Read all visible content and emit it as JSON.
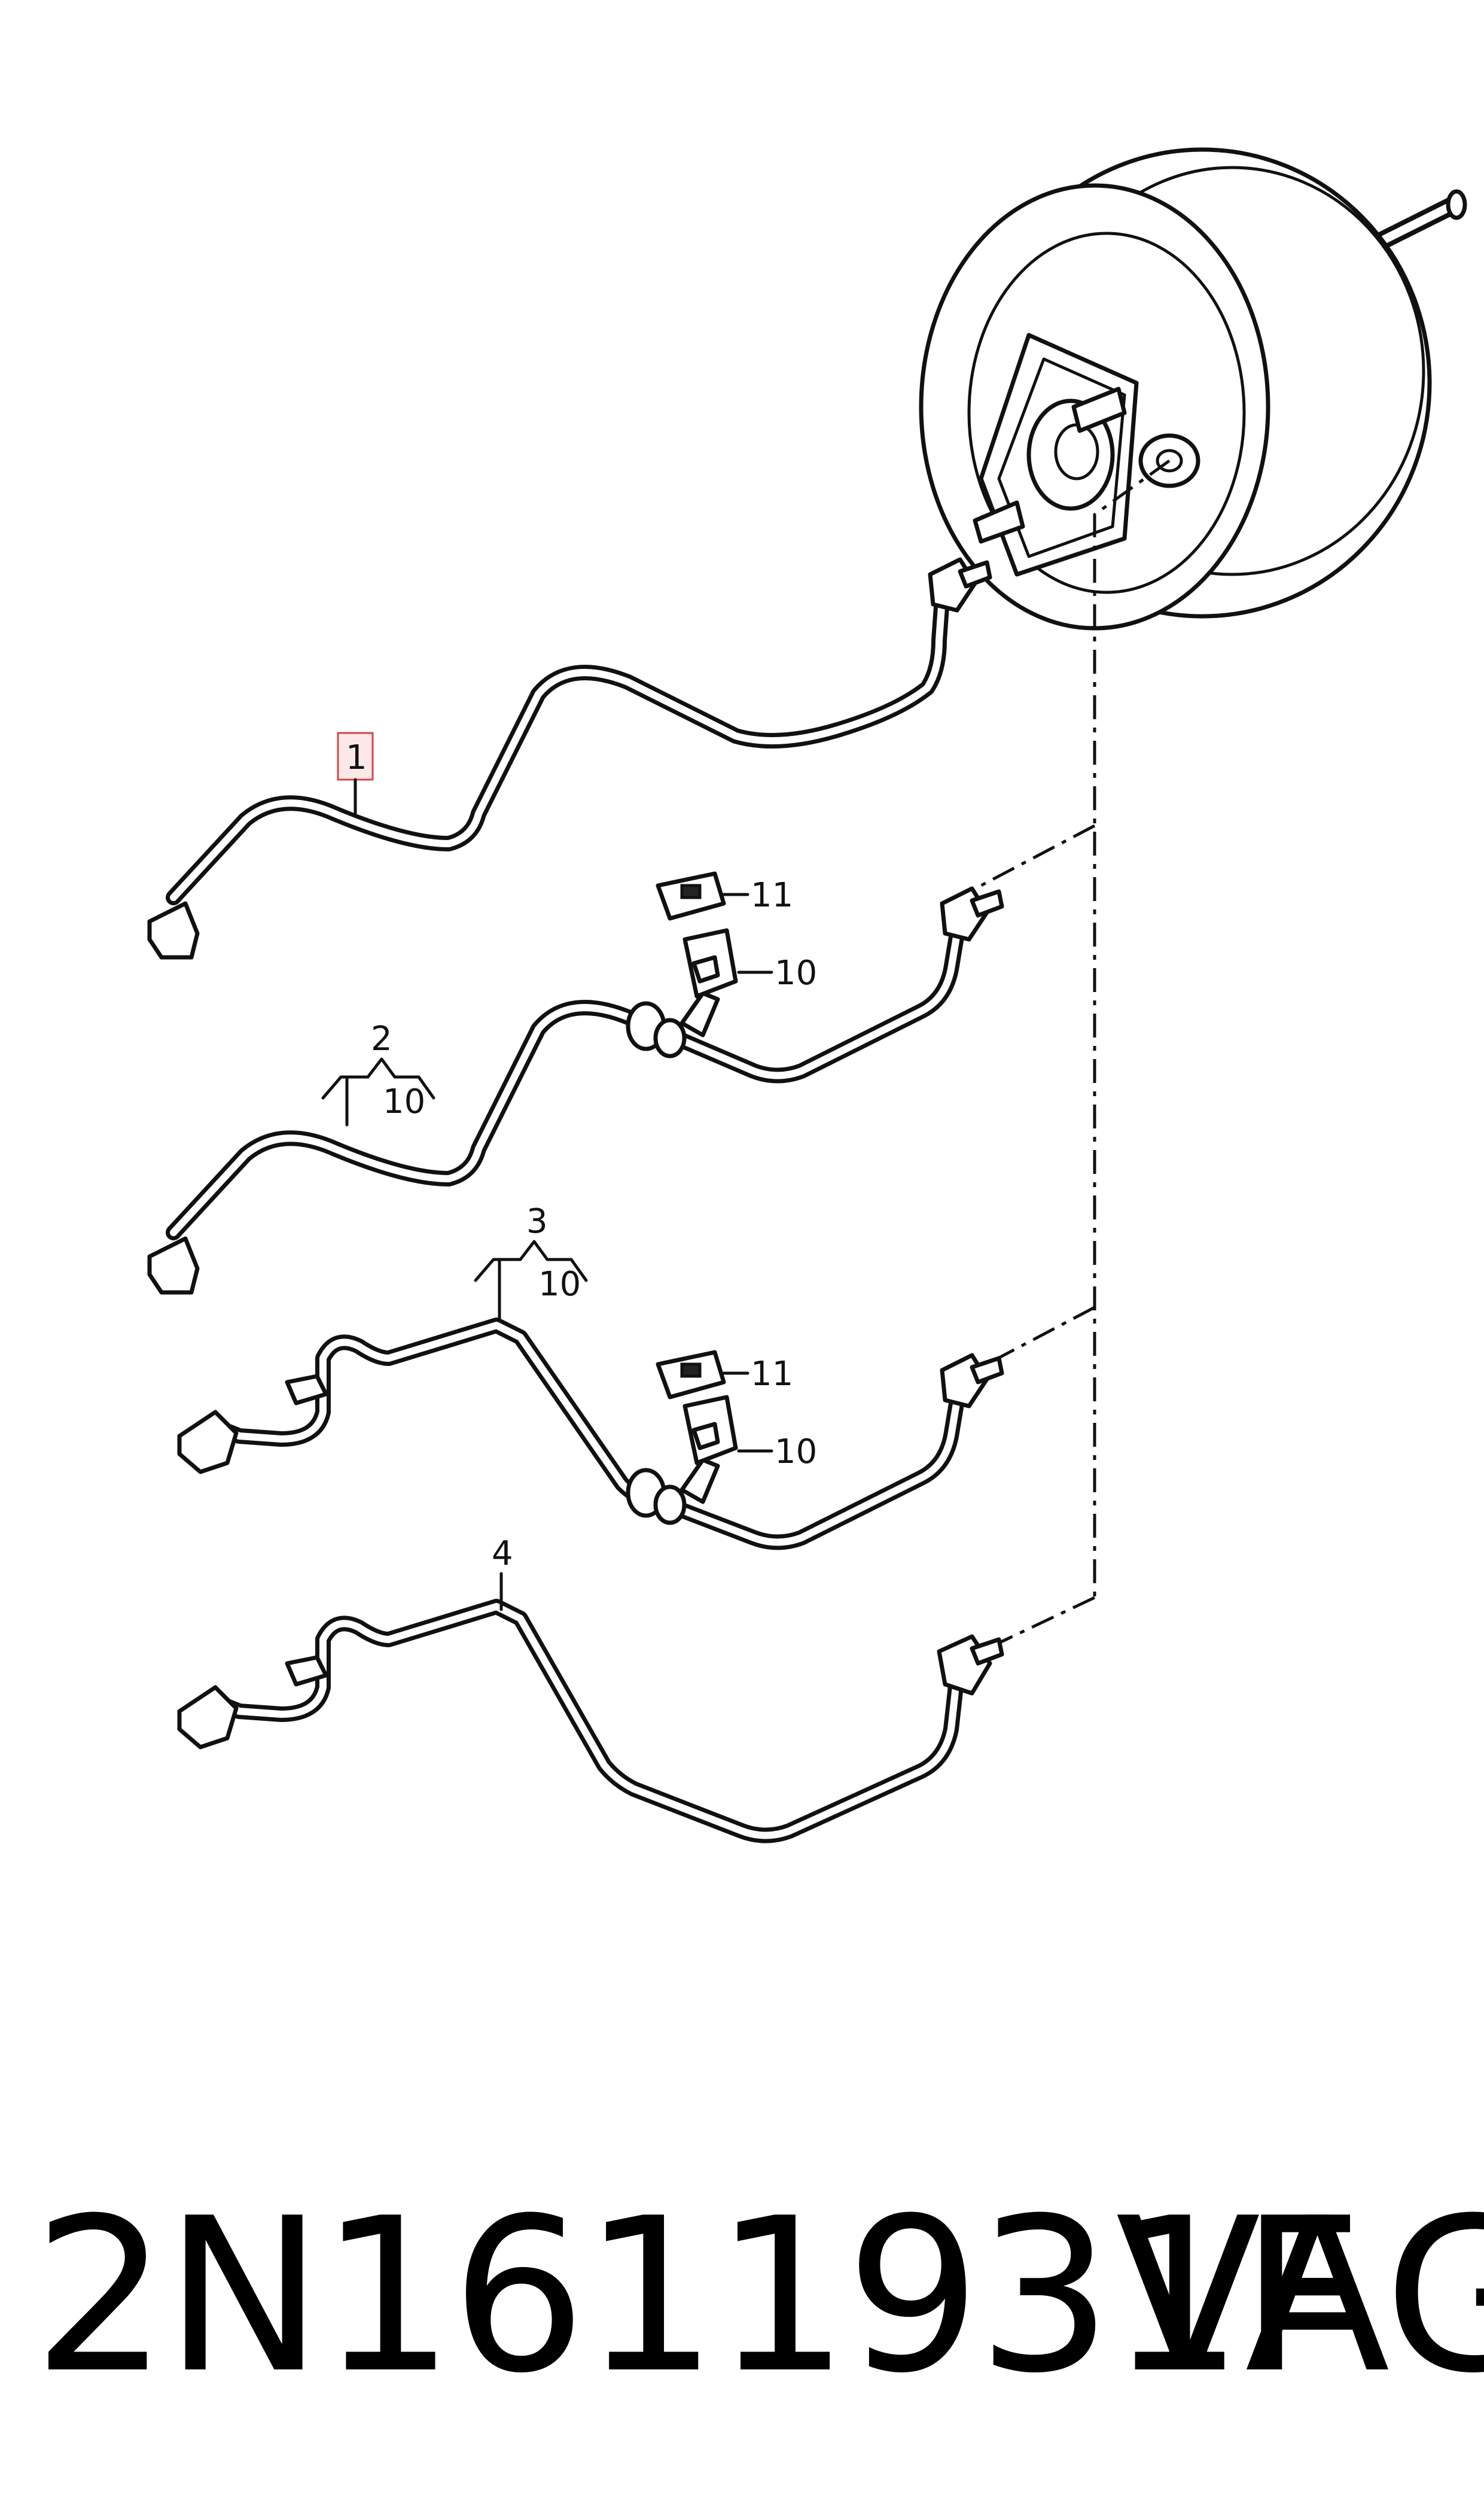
{
  "callouts": {
    "c1": "1",
    "c2": "2",
    "c2_sub": "10",
    "c3": "3",
    "c3_sub": "10",
    "c4": "4",
    "c10a": "10",
    "c11a": "11",
    "c10b": "10",
    "c11b": "11"
  },
  "footer": {
    "part_number": "2N1611931F",
    "brand": "VAG"
  },
  "colors": {
    "line": "#111111",
    "highlight_border": "#d04848",
    "highlight_fill": "#fde8e8"
  }
}
